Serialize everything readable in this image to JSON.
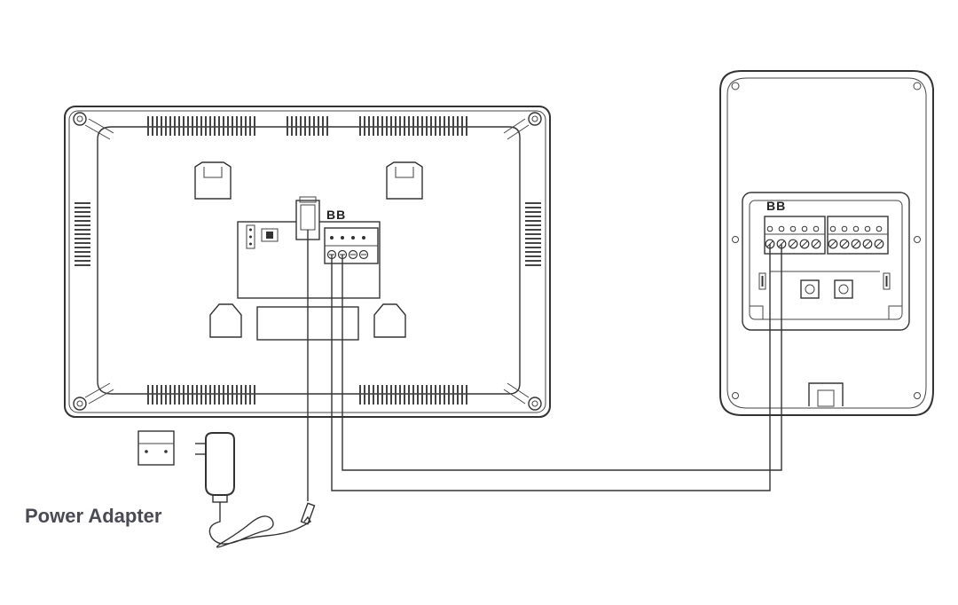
{
  "labels": {
    "monitor_terminal": "BB",
    "outdoor_terminal": "BB",
    "power_adapter": "Power Adapter"
  }
}
